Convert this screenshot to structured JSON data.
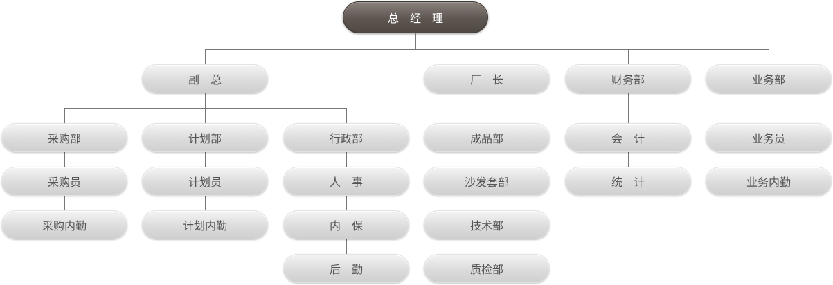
{
  "root": "总　经　理",
  "level1": [
    "副　总",
    "厂　长",
    "财务部",
    "业务部"
  ],
  "vp_departments": [
    {
      "name": "采购部",
      "children": [
        "采购员",
        "采购内勤"
      ]
    },
    {
      "name": "计划部",
      "children": [
        "计划员",
        "计划内勤"
      ]
    },
    {
      "name": "行政部",
      "children": [
        "人　事",
        "内　保",
        "后　勤"
      ]
    }
  ],
  "factory": [
    "成品部",
    "沙发套部",
    "技术部",
    "质检部"
  ],
  "finance": [
    "会　计",
    "统　计"
  ],
  "business": [
    "业务员",
    "业务内勤"
  ]
}
